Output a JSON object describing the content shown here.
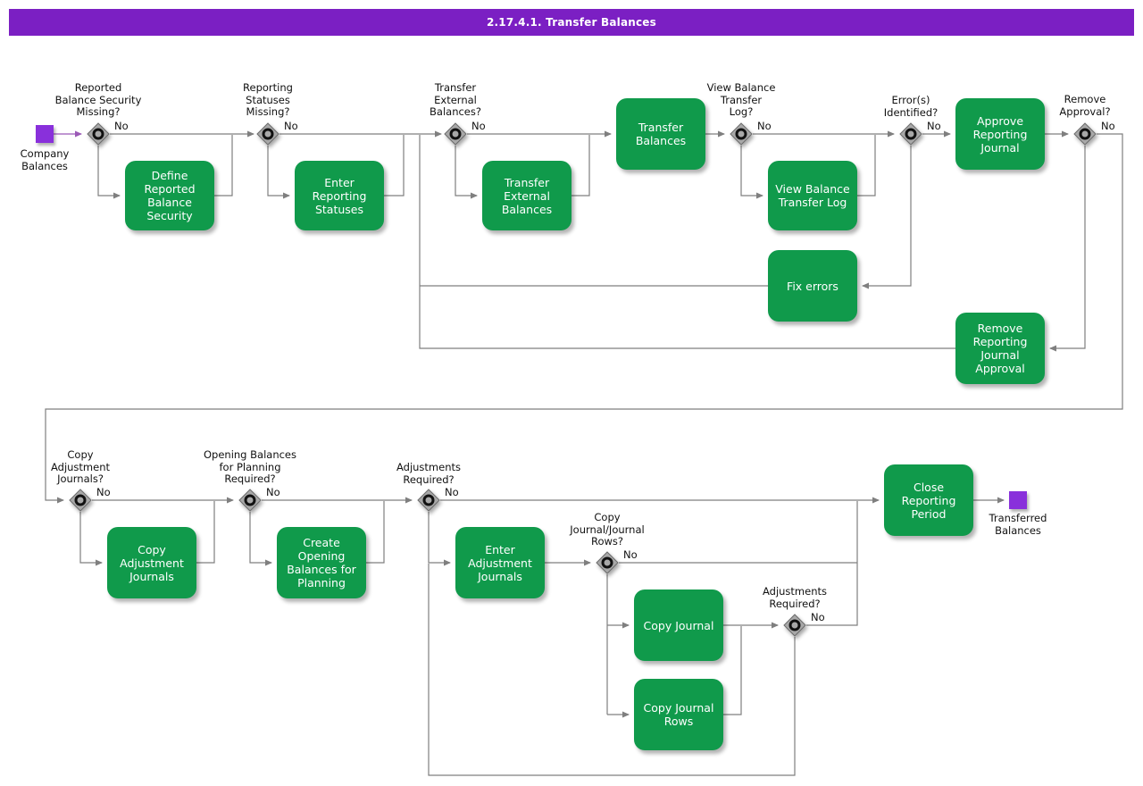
{
  "title": "2.17.4.1. Transfer Balances",
  "labels": {
    "no": "No"
  },
  "terminals": {
    "start": "Company\nBalances",
    "end": "Transferred\nBalances"
  },
  "decisions": {
    "reported_balance_security": "Reported\nBalance Security\nMissing?",
    "reporting_statuses": "Reporting\nStatuses\nMissing?",
    "transfer_external_balances": "Transfer\nExternal\nBalances?",
    "view_balance_transfer_log": "View Balance\nTransfer\nLog?",
    "errors_identified": "Error(s)\nIdentified?",
    "remove_approval": "Remove\nApproval?",
    "copy_adjustment_journals": "Copy\nAdjustment\nJournals?",
    "opening_balances_planning": "Opening Balances\nfor Planning\nRequired?",
    "adjustments_required_1": "Adjustments\nRequired?",
    "copy_journal_rows_q": "Copy\nJournal/Journal\nRows?",
    "adjustments_required_2": "Adjustments\nRequired?"
  },
  "activities": {
    "define_reported_balance_security": "Define Reported\nBalance Security",
    "enter_reporting_statuses": "Enter Reporting\nStatuses",
    "transfer_external_balances": "Transfer\nExternal\nBalances",
    "transfer_balances": "Transfer\nBalances",
    "view_balance_transfer_log": "View Balance\nTransfer Log",
    "approve_reporting_journal": "Approve\nReporting\nJournal",
    "fix_errors": "Fix errors",
    "remove_reporting_journal_approval": "Remove\nReporting\nJournal Approval",
    "copy_adjustment_journals": "Copy\nAdjustment\nJournals",
    "create_opening_balances_for_planning": "Create Opening\nBalances for\nPlanning",
    "enter_adjustment_journals": "Enter\nAdjustment\nJournals",
    "copy_journal": "Copy Journal",
    "copy_journal_rows": "Copy Journal\nRows",
    "close_reporting_period": "Close Reporting\nPeriod"
  },
  "colors": {
    "title_bar": "#7B1FC3",
    "activity_fill": "#109A4B",
    "terminal_fill": "#8930DB",
    "connector": "#7F7F7F",
    "start_connector": "#9B59B6",
    "decision_fill": "#A8A8A8"
  }
}
